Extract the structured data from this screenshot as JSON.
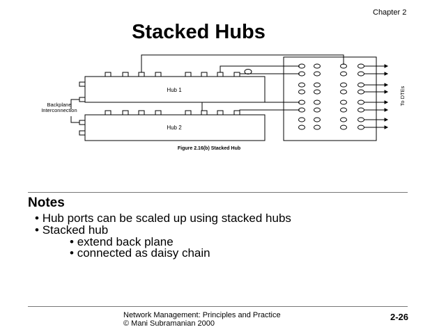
{
  "header": {
    "chapter": "Chapter 2",
    "title": "Stacked Hubs"
  },
  "figure": {
    "hub1_label": "Hub 1",
    "hub2_label": "Hub 2",
    "backplane_label_line1": "Backplane",
    "backplane_label_line2": "Interconnection",
    "to_dtes_label": "To DTEs",
    "caption": "Figure 2.16(b) Stacked Hub"
  },
  "notes": {
    "heading": "Notes",
    "items": [
      "Hub ports can be scaled up using stacked hubs",
      "Stacked hub",
      "extend back plane",
      "connected as daisy chain"
    ]
  },
  "footer": {
    "line1": "Network Management: Principles and Practice",
    "line2": "© Mani Subramanian 2000",
    "page": "2-26"
  }
}
